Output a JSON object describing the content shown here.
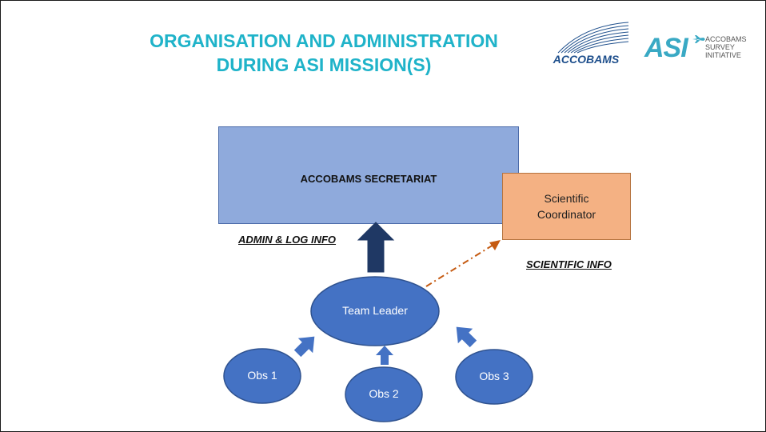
{
  "title": {
    "line1": "ORGANISATION AND ADMINISTRATION",
    "line2": "DURING ASI MISSION(S)"
  },
  "logos": {
    "accobams": "ACCOBAMS",
    "asi": "ASI",
    "asi_sub1": "ACCOBAMS",
    "asi_sub2": "SURVEY",
    "asi_sub3": "INITIATIVE"
  },
  "nodes": {
    "secretariat": "ACCOBAMS SECRETARIAT",
    "coordinator_line1": "Scientific",
    "coordinator_line2": "Coordinator",
    "team_leader": "Team Leader",
    "obs1": "Obs 1",
    "obs2": "Obs 2",
    "obs3": "Obs 3"
  },
  "edge_labels": {
    "admin": "ADMIN & LOG INFO",
    "scientific": "SCIENTIFIC INFO"
  },
  "colors": {
    "title": "#1fb3c9",
    "secretariat_fill": "#8faadc",
    "coordinator_fill": "#f4b183",
    "node_fill": "#4472c4",
    "admin_arrow": "#1f3864",
    "sci_arrow": "#c55a11"
  }
}
